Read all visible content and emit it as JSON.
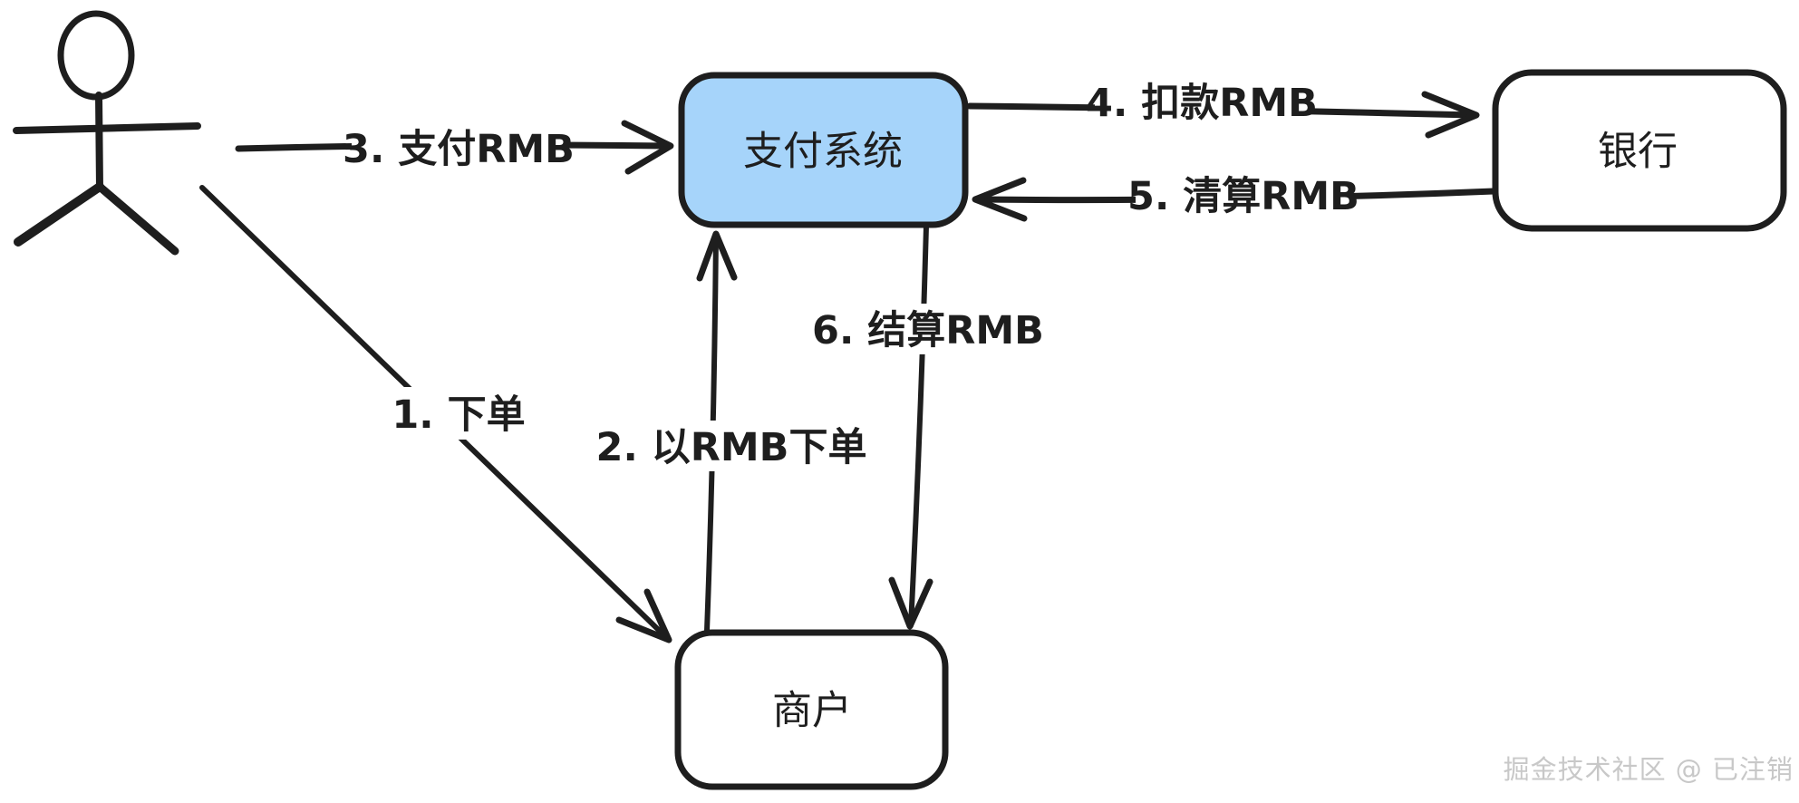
{
  "page": {
    "background": "#ffffff"
  },
  "diagram": {
    "type": "flow-diagram",
    "subject": "payment-flow",
    "nodes": {
      "user": {
        "shape": "stick-figure"
      },
      "payment_system": {
        "label": "支付系统",
        "fill": "#a6d4fa"
      },
      "bank": {
        "label": "银行",
        "fill": "#ffffff"
      },
      "merchant": {
        "label": "商户",
        "fill": "#ffffff"
      }
    },
    "edges": [
      {
        "label": "1. 下单",
        "from": "user",
        "to": "merchant"
      },
      {
        "label": "2. 以RMB下单",
        "from": "merchant",
        "to": "payment_system"
      },
      {
        "label": "3. 支付RMB",
        "from": "user",
        "to": "payment_system"
      },
      {
        "label": "4. 扣款RMB",
        "from": "payment_system",
        "to": "bank"
      },
      {
        "label": "5. 清算RMB",
        "from": "bank",
        "to": "payment_system"
      },
      {
        "label": "6. 结算RMB",
        "from": "payment_system",
        "to": "merchant"
      }
    ],
    "colors": {
      "ink": "#1e1e1e",
      "payment_fill": "#a6d4fa",
      "label_background": "#ffffff",
      "watermark": "#c8c8c8"
    }
  },
  "watermark": {
    "text": "掘金技术社区 @ 已注销"
  }
}
